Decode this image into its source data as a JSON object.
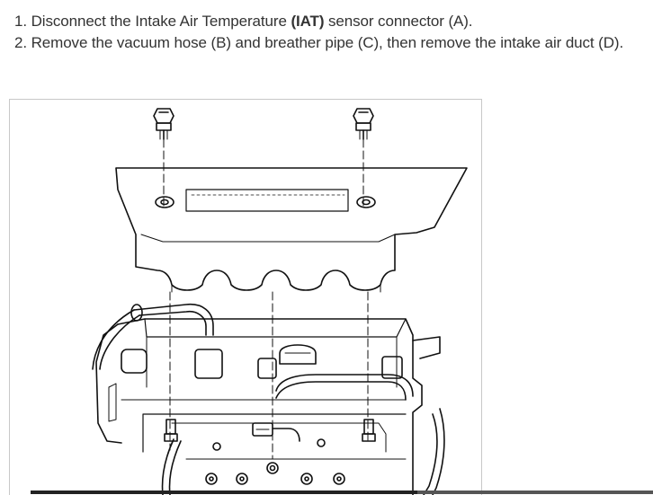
{
  "instructions": {
    "steps": [
      {
        "number": "1.",
        "text_before": "Disconnect the Intake Air Temperature ",
        "bold": "(IAT)",
        "text_after": " sensor connector (A)."
      },
      {
        "number": "2.",
        "text_before": "Remove the vacuum hose (B) and breather pipe (C), then remove the intake air duct (D).",
        "bold": "",
        "text_after": ""
      }
    ]
  }
}
